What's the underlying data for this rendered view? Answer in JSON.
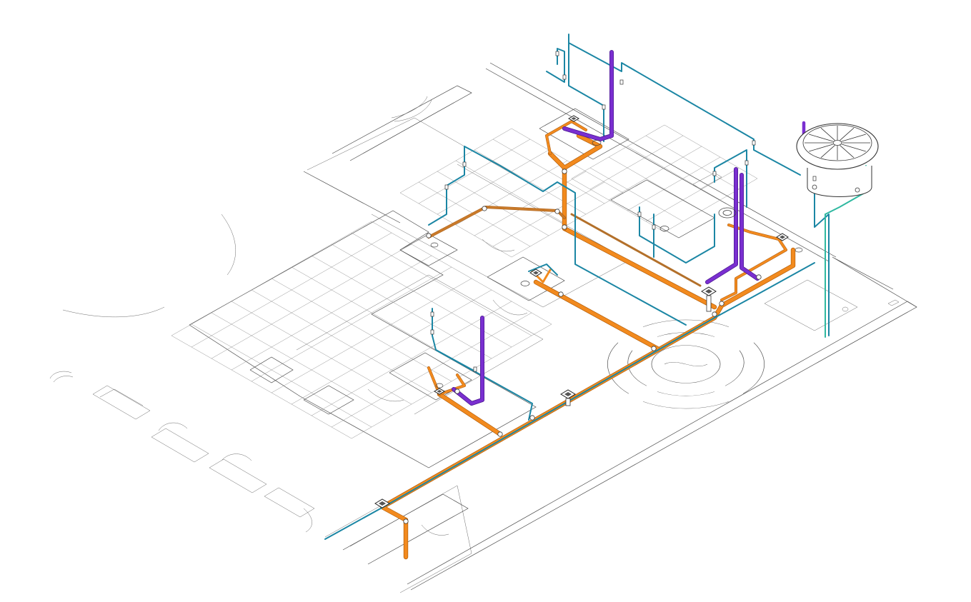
{
  "title": "",
  "colors": {
    "background": "#ffffff",
    "architecture": "#4a4a4a",
    "cold_water_pipe": "#1b86a4",
    "waste_pipe": "#f28a1e",
    "vent_pipe": "#7a2fd0",
    "roof_drain_pipe": "#2fb8a0"
  },
  "layers": {
    "architecture": "architectural-plan",
    "floor_grid": "tiled-floor-grid",
    "cold_water": "cold-water-supply",
    "waste": "sanitary-waste",
    "vent": "vent-stack",
    "fixtures": "plumbing-fixtures",
    "roof_tank": "rooftop-tank"
  }
}
